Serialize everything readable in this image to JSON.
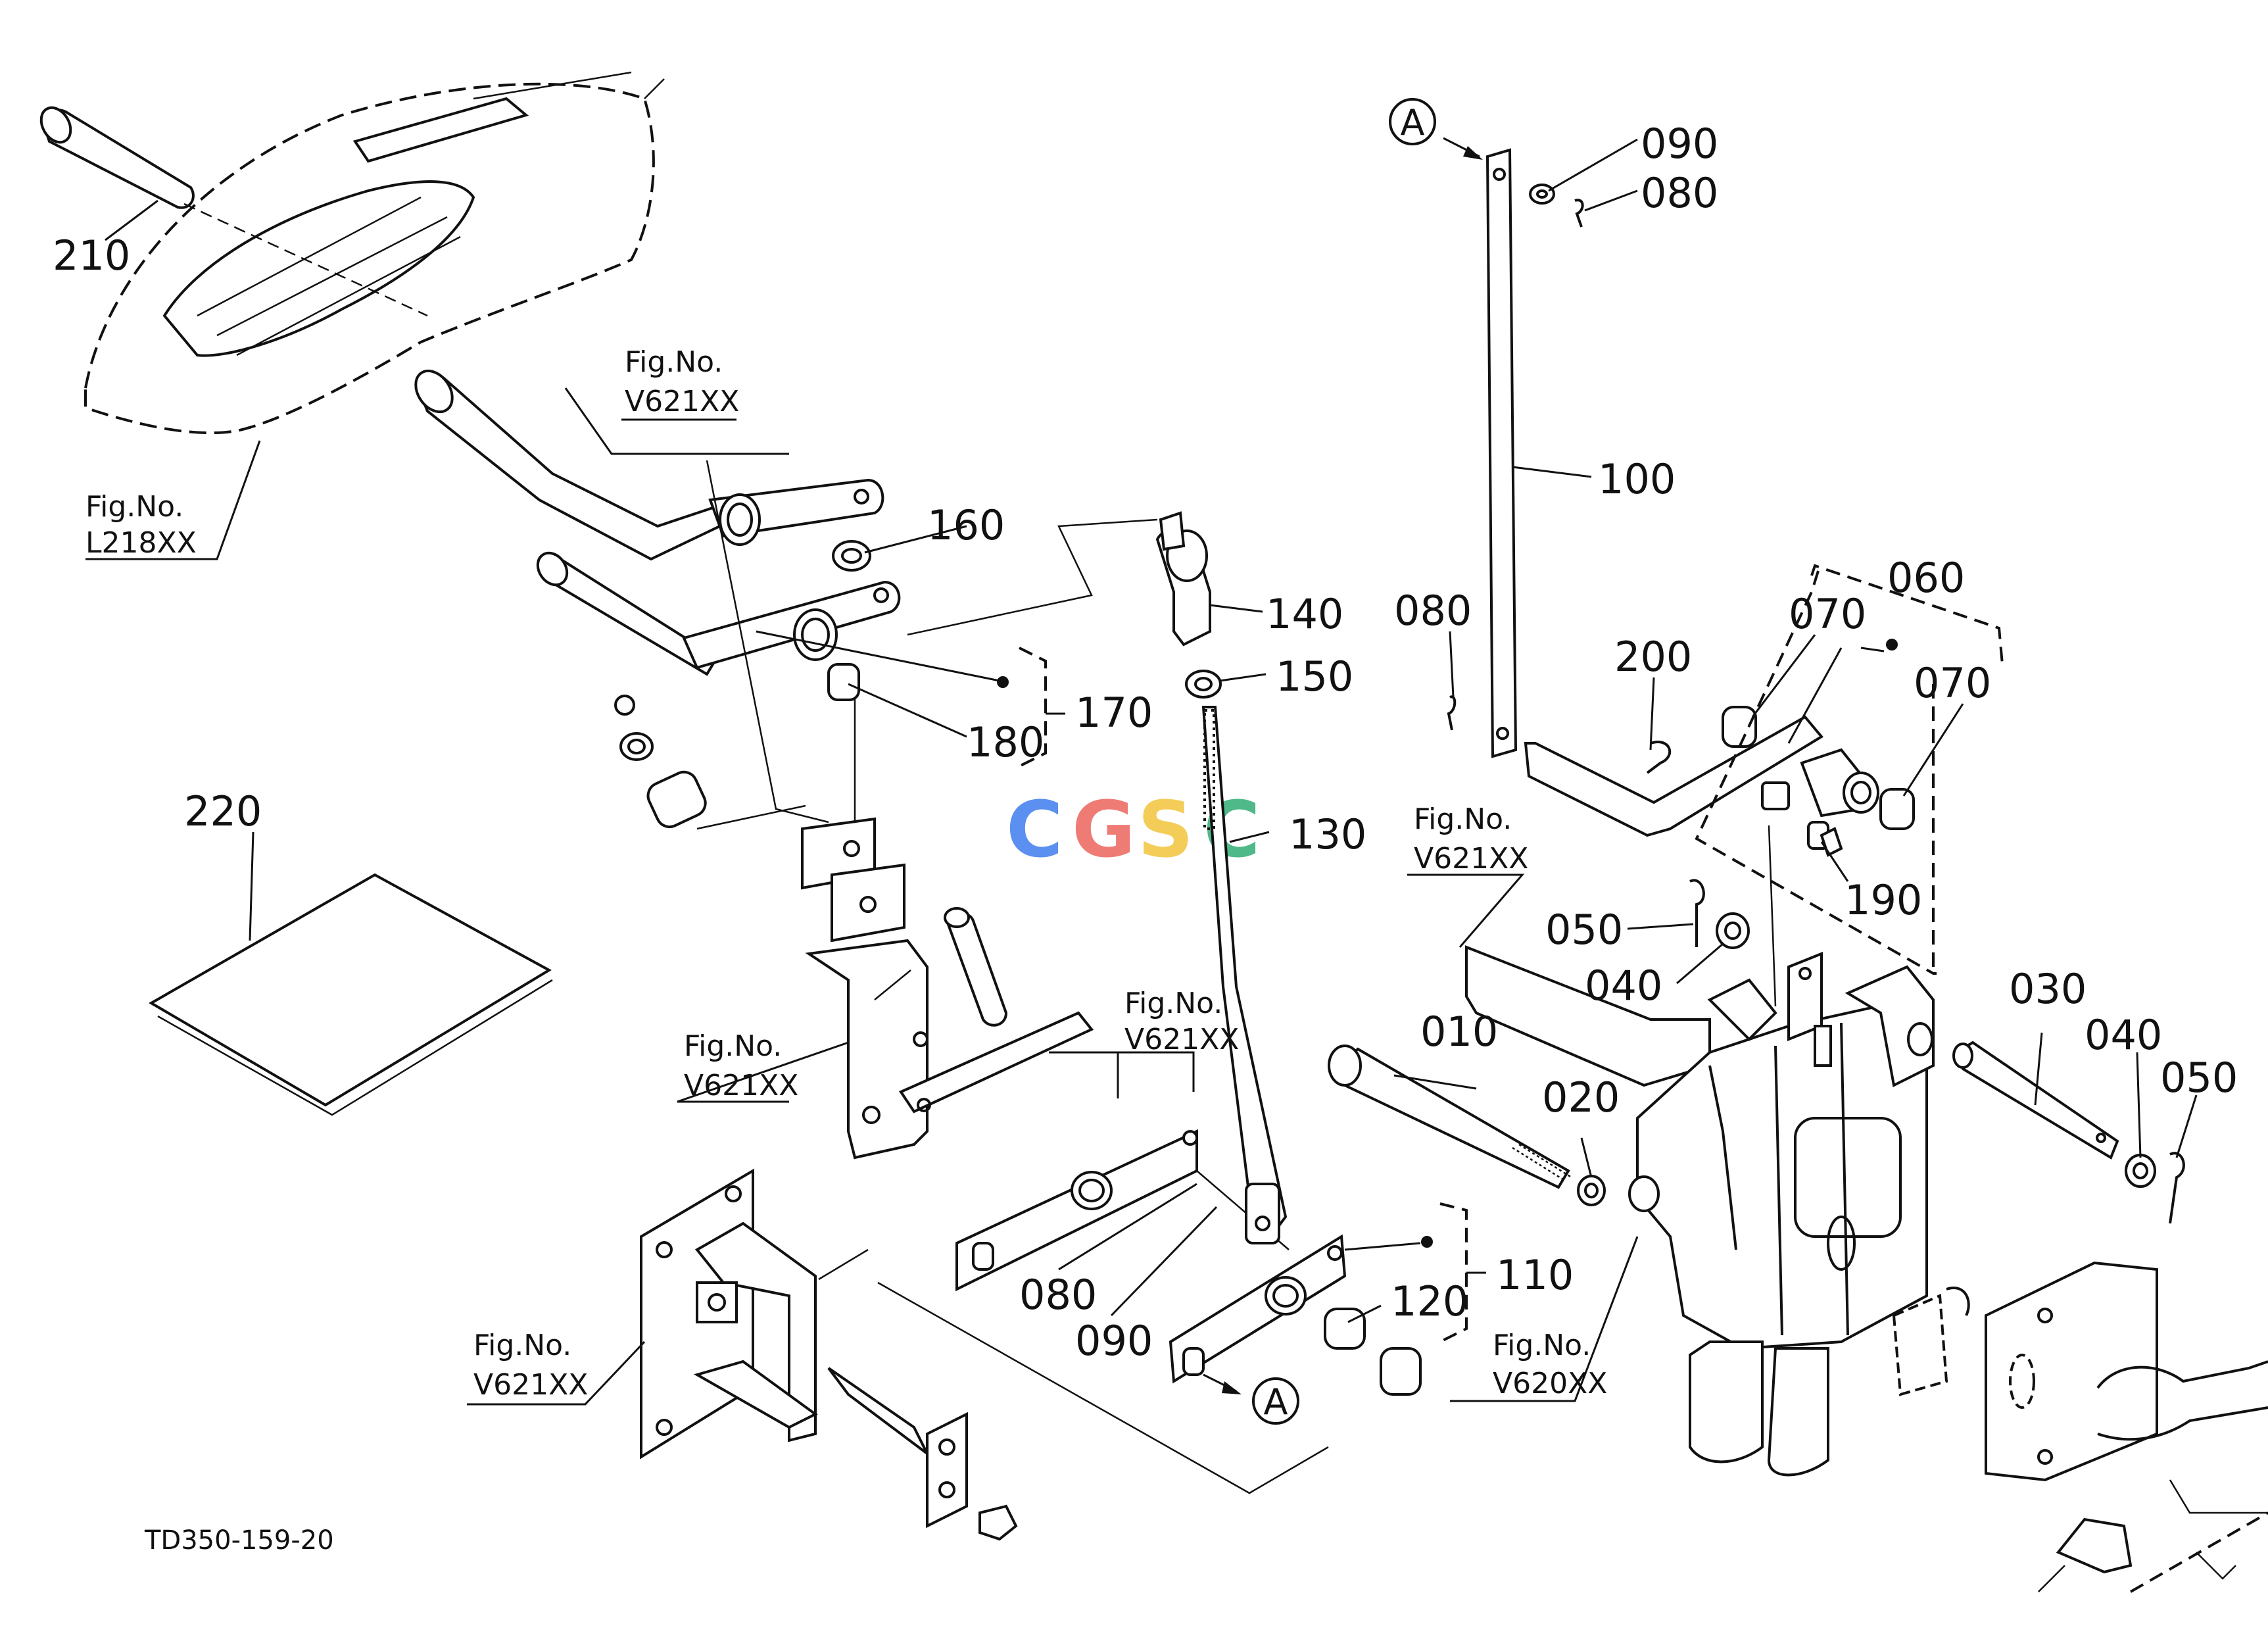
{
  "diagram": {
    "code": "TD350-159-20",
    "watermark": {
      "letters": [
        "C",
        "G",
        "S",
        "C"
      ],
      "colors": [
        "#5b8ff0",
        "#ee7c75",
        "#f3cd58",
        "#4fb98a"
      ]
    },
    "callout_letter": "A",
    "fig_prefix": "Fig.No.",
    "fig_refs": {
      "seat": "L218XX",
      "lever_top": "V621XX",
      "bracket_mid": "V621XX",
      "plate_mid": "V621XX",
      "bracket_bottom": "V621XX",
      "rod_right": "V621XX",
      "valve": "V620XX"
    },
    "part_numbers": {
      "p210": "210",
      "p220": "220",
      "p160": "160",
      "p140": "140",
      "p150": "150",
      "p170": "170",
      "p180": "180",
      "p130": "130",
      "p090_top": "090",
      "p080_top": "080",
      "p100": "100",
      "p080_mid": "080",
      "p200": "200",
      "p070_a": "070",
      "p060": "060",
      "p070_b": "070",
      "p190": "190",
      "p050_a": "050",
      "p040_a": "040",
      "p010": "010",
      "p020": "020",
      "p030": "030",
      "p040_b": "040",
      "p050_b": "050",
      "p080_low": "080",
      "p090_low": "090",
      "p110": "110",
      "p120": "120"
    }
  }
}
